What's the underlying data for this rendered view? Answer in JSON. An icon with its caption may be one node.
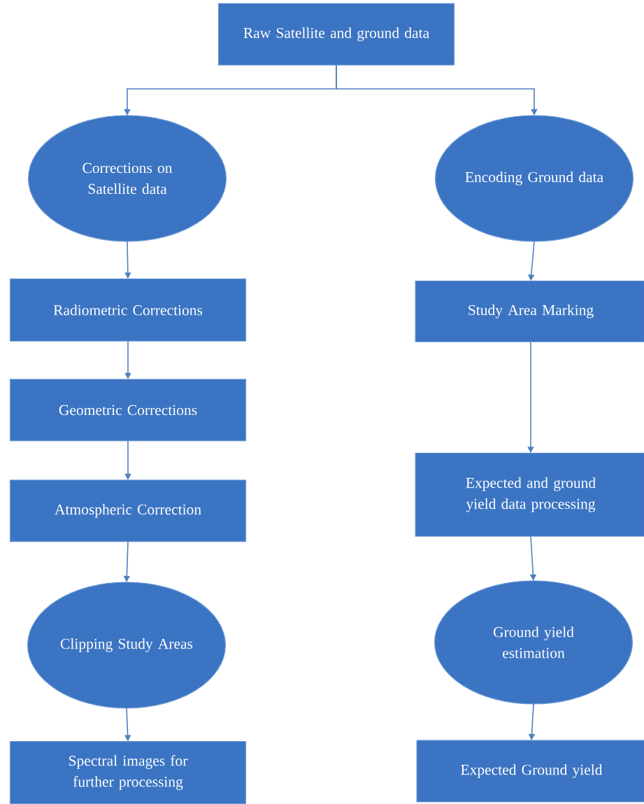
{
  "diagram": {
    "nodes": [
      {
        "text": [
          "Raw Satellite and ground data"
        ]
      },
      {
        "text": [
          "Corrections on Satellite data"
        ]
      },
      {
        "text": [
          "Encoding Ground data"
        ]
      },
      {
        "text": [
          "Radiometric Corrections"
        ]
      },
      {
        "text": [
          "Study Area Marking"
        ]
      },
      {
        "text": [
          "Geometric Corrections"
        ]
      },
      {
        "text": [
          "Expected and ground yield data processing"
        ]
      },
      {
        "text": [
          "Atmospheric Correction"
        ]
      },
      {
        "text": [
          "Clipping Study Areas"
        ]
      },
      {
        "text": [
          "Ground yield estimation"
        ]
      },
      {
        "text": [
          "Spectral images for further processing"
        ]
      },
      {
        "text": [
          "Expected Ground yield"
        ]
      }
    ],
    "edges": [
      {
        "from": 0,
        "to": 1,
        "arrow": "to"
      },
      {
        "from": 0,
        "to": 2,
        "arrow": "to"
      },
      {
        "from": 1,
        "to": 3,
        "arrow": "to"
      },
      {
        "from": 3,
        "to": 5,
        "arrow": "to"
      },
      {
        "from": 5,
        "to": 7,
        "arrow": "to"
      },
      {
        "from": 7,
        "to": 8,
        "arrow": "to"
      },
      {
        "from": 8,
        "to": 10,
        "arrow": "to"
      },
      {
        "from": 2,
        "to": 4,
        "arrow": "to"
      },
      {
        "from": 4,
        "to": 6,
        "arrow": "to"
      },
      {
        "from": 6,
        "to": 9,
        "arrow": "to"
      },
      {
        "from": 9,
        "to": 11,
        "arrow": "to"
      }
    ]
  }
}
